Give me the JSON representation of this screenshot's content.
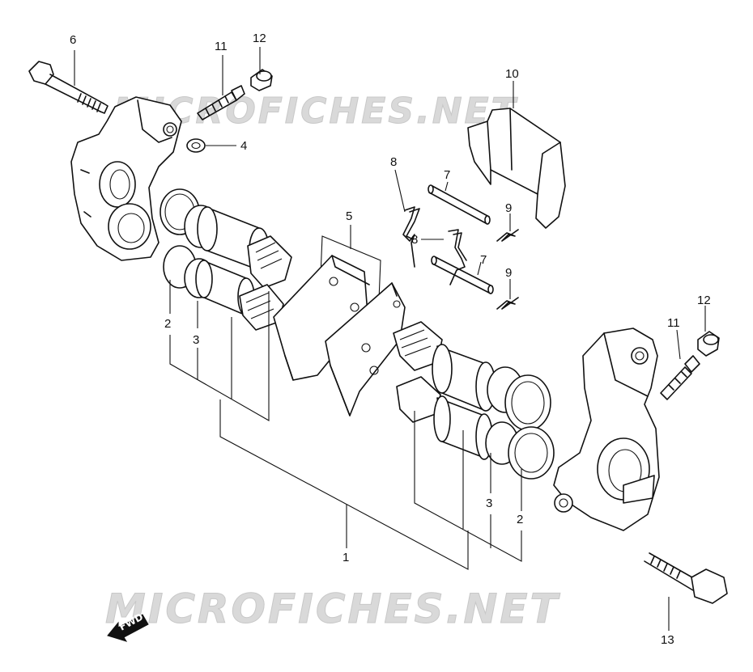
{
  "watermark_text": "MICROFICHES.NET",
  "fwd_label": "FWD",
  "callouts": {
    "c1": "1",
    "c2_left": "2",
    "c2_right": "2",
    "c3_left": "3",
    "c3_right": "3",
    "c4": "4",
    "c5": "5",
    "c6": "6",
    "c7_upper": "7",
    "c7_lower": "7",
    "c8_upper": "8",
    "c8_lower": "8",
    "c9_upper": "9",
    "c9_lower": "9",
    "c10": "10",
    "c11_left": "11",
    "c11_right": "11",
    "c12_left": "12",
    "c12_right": "12",
    "c13": "13"
  },
  "colors": {
    "line": "#111111",
    "watermark": "#d9d9d9",
    "background": "#ffffff"
  }
}
